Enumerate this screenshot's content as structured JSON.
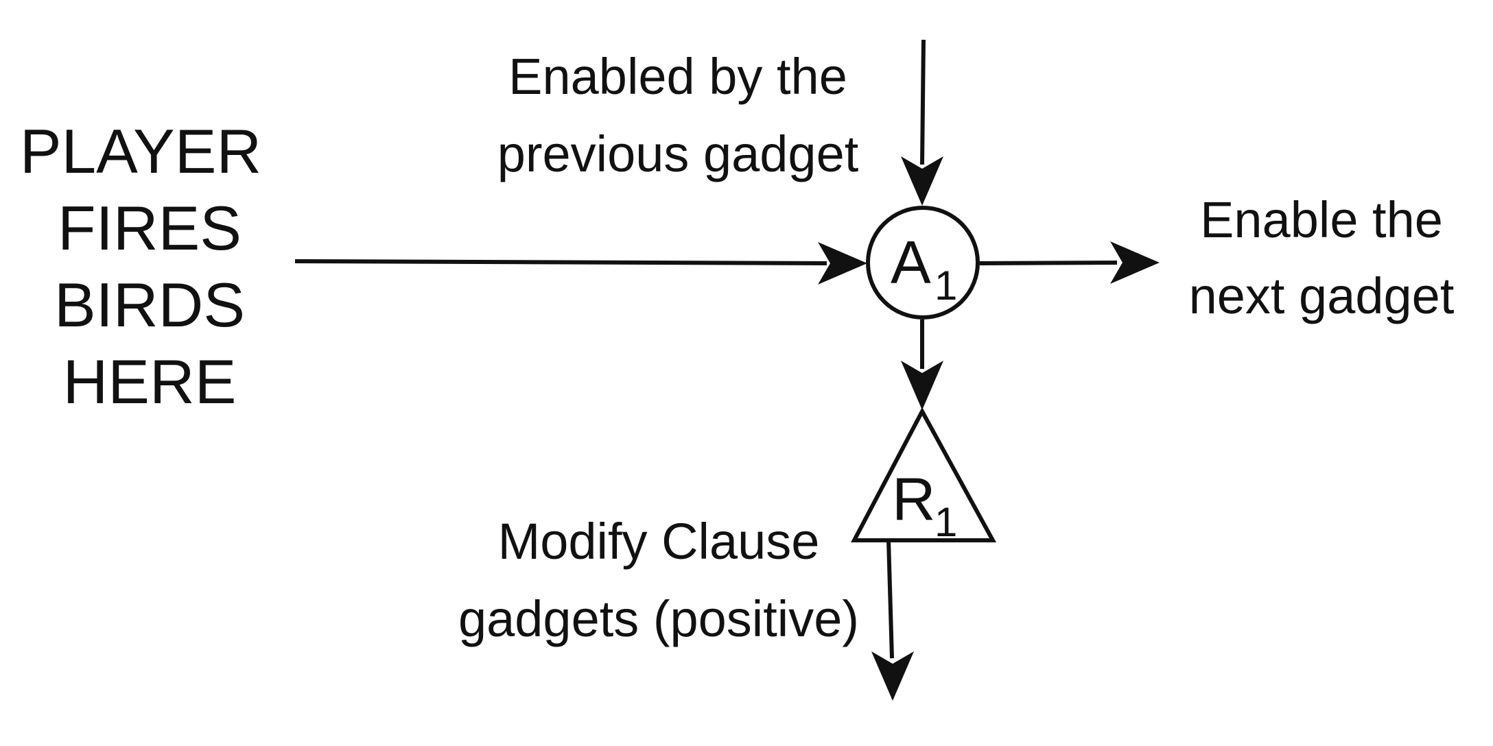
{
  "diagram": {
    "player_label": [
      "PLAYER",
      "FIRES",
      "BIRDS",
      "HERE"
    ],
    "enabled_by_label": [
      "Enabled by the",
      "previous gadget"
    ],
    "enable_next_label": [
      "Enable the",
      "next gadget"
    ],
    "modify_label": [
      "Modify Clause",
      "gadgets (positive)"
    ],
    "node_a": {
      "letter": "A",
      "subscript": "1"
    },
    "node_r": {
      "letter": "R",
      "subscript": "1"
    }
  },
  "colors": {
    "stroke": "#111111",
    "text": "#111111",
    "background": "#ffffff"
  }
}
